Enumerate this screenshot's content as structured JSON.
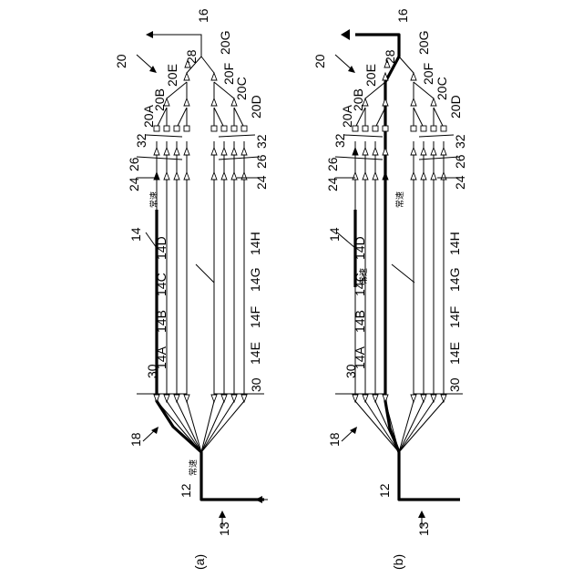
{
  "panels": [
    {
      "caption": "(a)",
      "labels": {
        "n12": "12",
        "n13": "13",
        "n14": "14",
        "n16": "16",
        "n18": "18",
        "n20": "20",
        "n24a": "24",
        "n24b": "24",
        "n26a": "26",
        "n26b": "26",
        "n28": "28",
        "n30a": "30",
        "n30b": "30",
        "n32a": "32",
        "n32b": "32",
        "l14A": "14A",
        "l14B": "14B",
        "l14C": "14C",
        "l14D": "14D",
        "l14E": "14E",
        "l14F": "14F",
        "l14G": "14G",
        "l14H": "14H",
        "l20A": "20A",
        "l20B": "20B",
        "l20C": "20C",
        "l20D": "20D",
        "l20E": "20E",
        "l20F": "20F",
        "l20G": "20G",
        "note1": "常速",
        "note2": "常速"
      }
    },
    {
      "caption": "(b)",
      "labels": {
        "n12": "12",
        "n13": "13",
        "n14": "14",
        "n16": "16",
        "n18": "18",
        "n20": "20",
        "n24a": "24",
        "n24b": "24",
        "n26a": "26",
        "n26b": "26",
        "n28": "28",
        "n30a": "30",
        "n30b": "30",
        "n32a": "32",
        "n32b": "32",
        "l14A": "14A",
        "l14B": "14B",
        "l14C": "14C",
        "l14D": "14D",
        "l14E": "14E",
        "l14F": "14F",
        "l14G": "14G",
        "l14H": "14H",
        "l20A": "20A",
        "l20B": "20B",
        "l20C": "20C",
        "l20D": "20D",
        "l20E": "20E",
        "l20F": "20F",
        "l20G": "20G",
        "note1": "常速",
        "note2": "常速"
      }
    }
  ]
}
